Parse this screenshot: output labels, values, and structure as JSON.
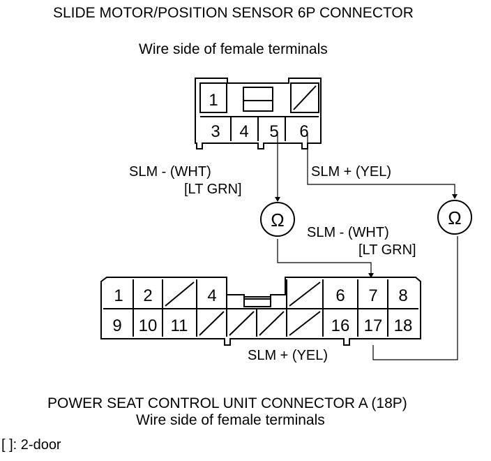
{
  "top_connector": {
    "title": "SLIDE MOTOR/POSITION SENSOR 6P CONNECTOR",
    "subtitle": "Wire side of female terminals",
    "pins_row1": [
      "1"
    ],
    "pins_row2": [
      "3",
      "4",
      "5",
      "6"
    ]
  },
  "bottom_connector": {
    "title": "POWER SEAT CONTROL UNIT CONNECTOR A (18P)",
    "subtitle": "Wire side of female terminals",
    "pins_row1": [
      "1",
      "2",
      "4",
      "6",
      "7",
      "8"
    ],
    "pins_row2": [
      "9",
      "10",
      "11",
      "16",
      "17",
      "18"
    ]
  },
  "wires": {
    "slm_minus_top": "SLM -  (WHT)",
    "slm_minus_top_alt": "[LT GRN]",
    "slm_plus_top": "SLM +  (YEL)",
    "slm_minus_mid": "SLM -  (WHT)",
    "slm_minus_mid_alt": "[LT GRN]",
    "slm_plus_bottom": "SLM +  (YEL)"
  },
  "meters": {
    "left_symbol": "Ω",
    "right_symbol": "Ω"
  },
  "note": "[ ]: 2-door"
}
